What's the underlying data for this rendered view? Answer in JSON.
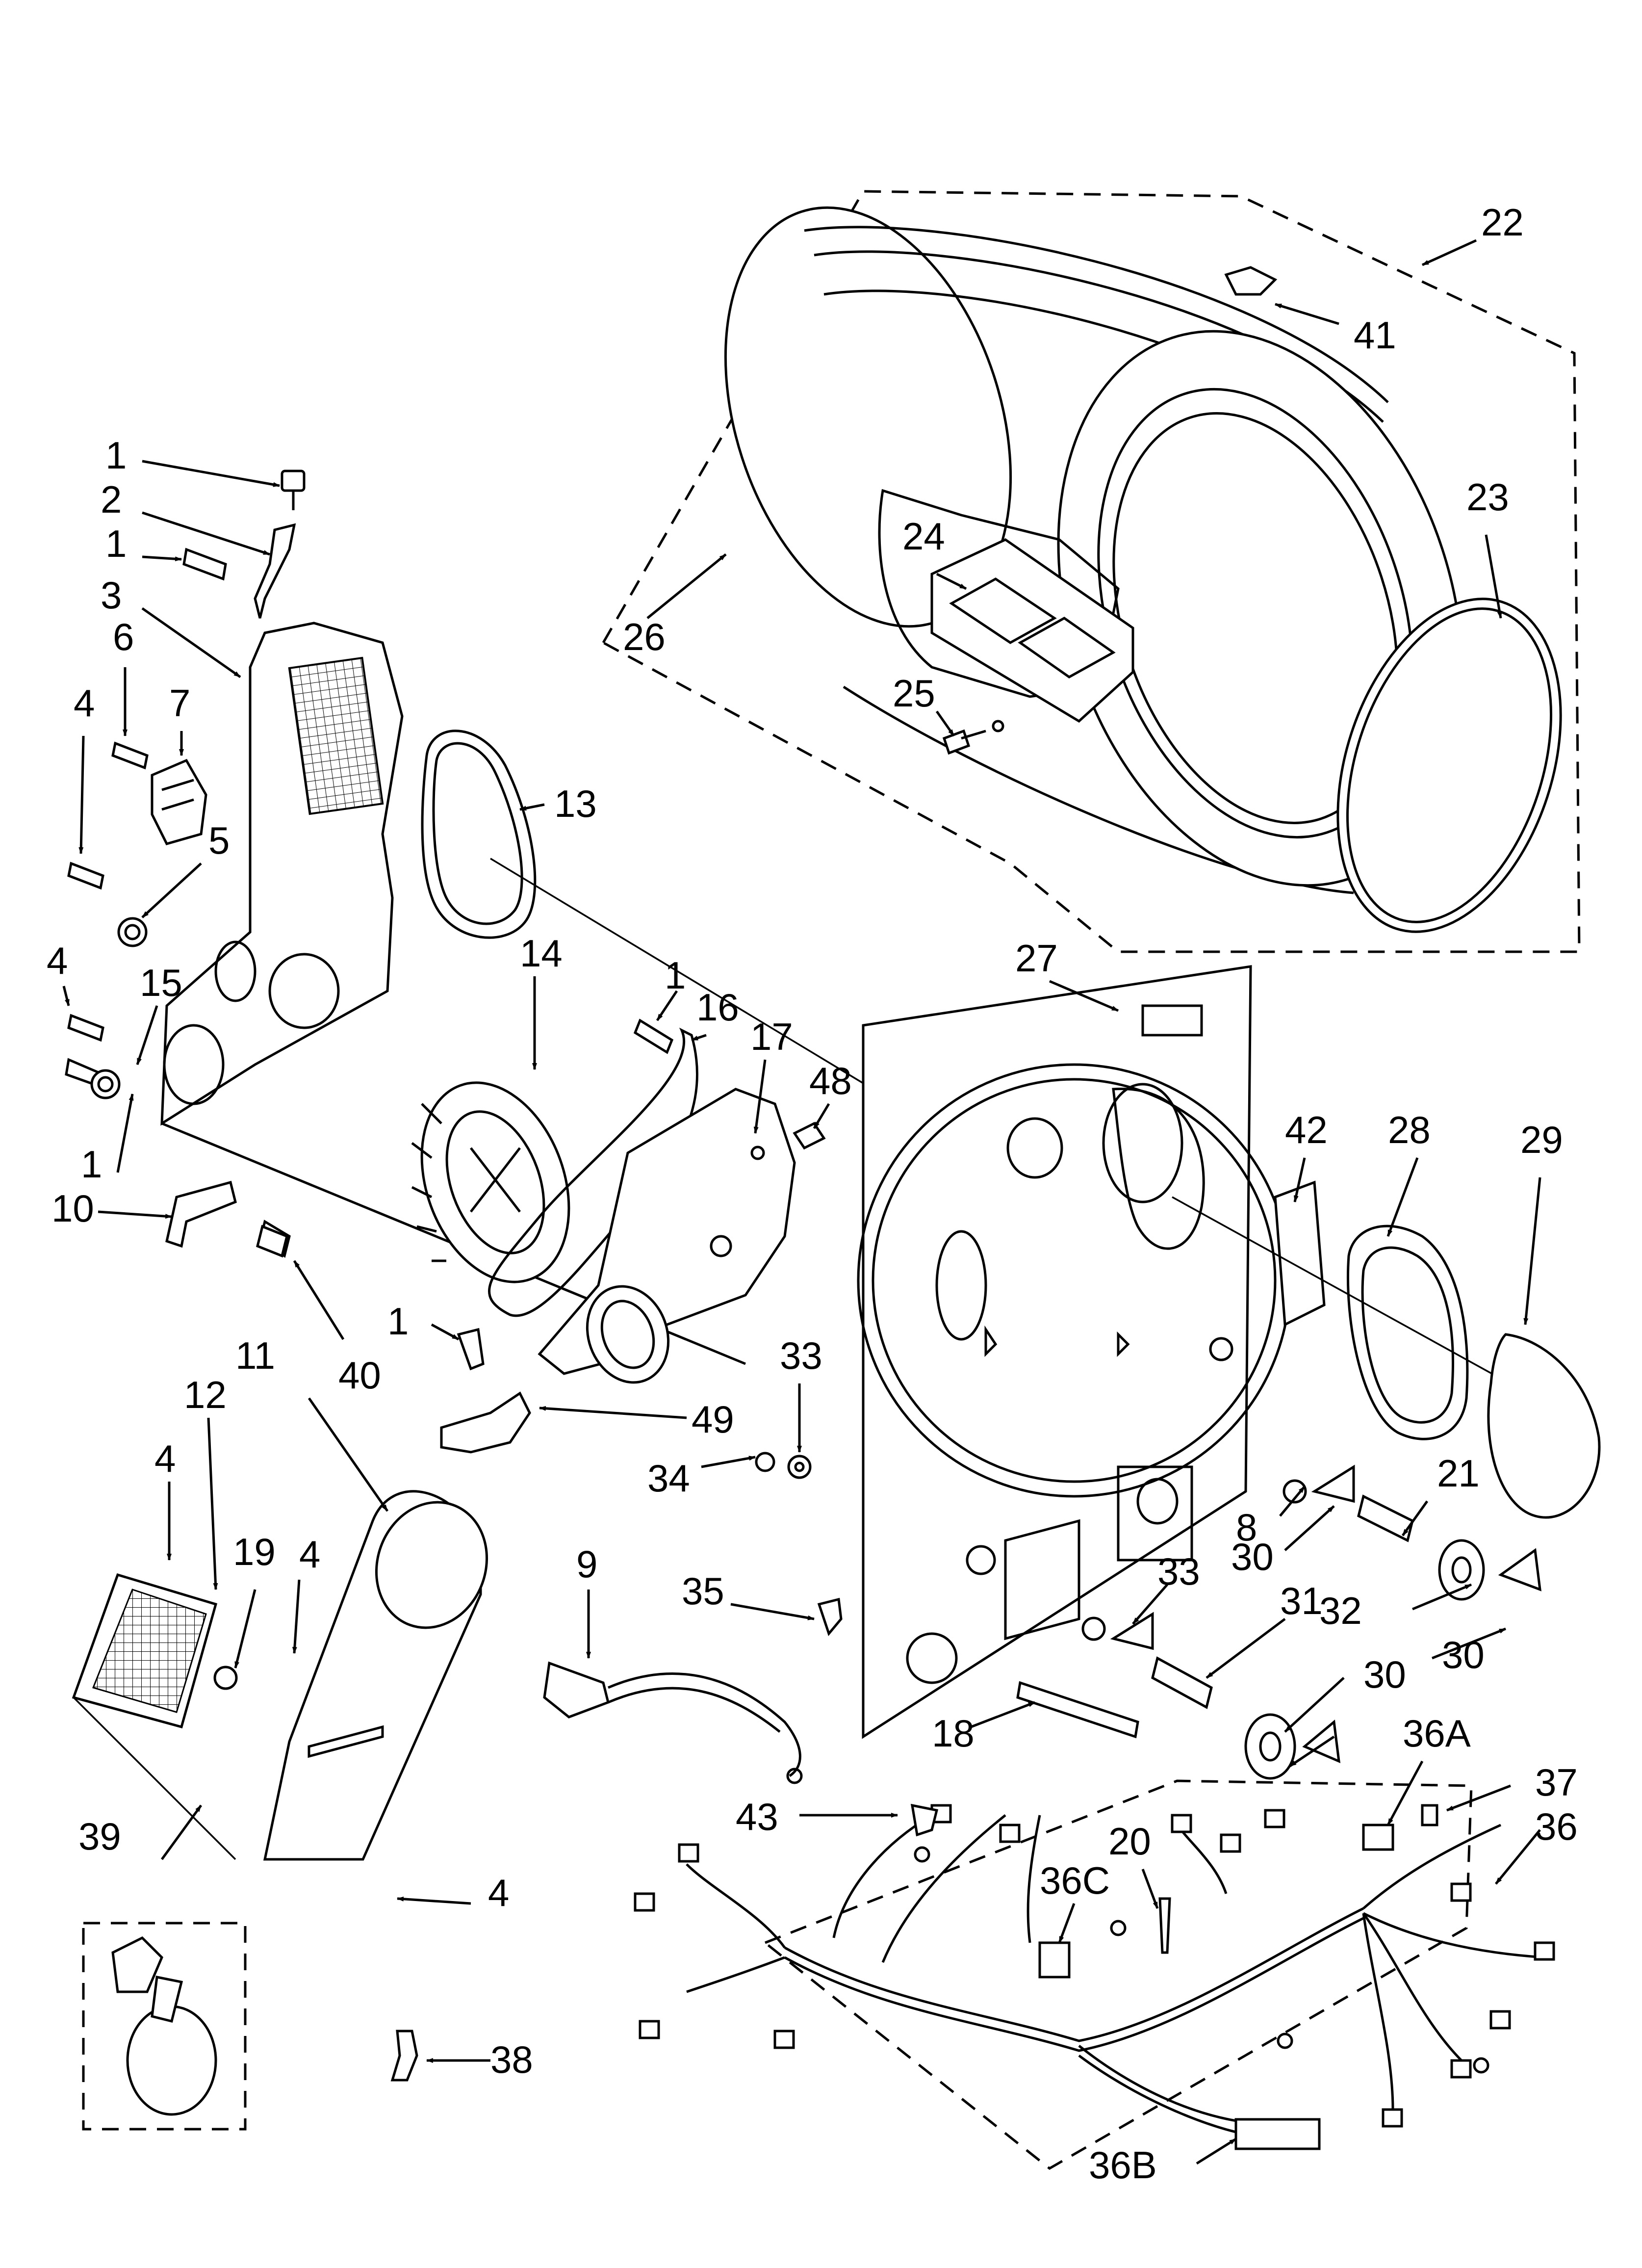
{
  "callouts": {
    "c1": "1",
    "c2": "2",
    "c3": "3",
    "c4": "4",
    "c5": "5",
    "c6": "6",
    "c7": "7",
    "c8": "8",
    "c9": "9",
    "c10": "10",
    "c11": "11",
    "c12": "12",
    "c13": "13",
    "c14": "14",
    "c15": "15",
    "c16": "16",
    "c17": "17",
    "c18": "18",
    "c19": "19",
    "c20": "20",
    "c21": "21",
    "c22": "22",
    "c23": "23",
    "c24": "24",
    "c25": "25",
    "c26": "26",
    "c27": "27",
    "c28": "28",
    "c29": "29",
    "c30": "30",
    "c31": "31",
    "c32": "32",
    "c33": "33",
    "c34": "34",
    "c35": "35",
    "c36": "36",
    "c36A": "36A",
    "c36B": "36B",
    "c36C": "36C",
    "c37": "37",
    "c38": "38",
    "c39": "39",
    "c40": "40",
    "c41": "41",
    "c42": "42",
    "c43": "43",
    "c48": "48",
    "c49": "49"
  }
}
